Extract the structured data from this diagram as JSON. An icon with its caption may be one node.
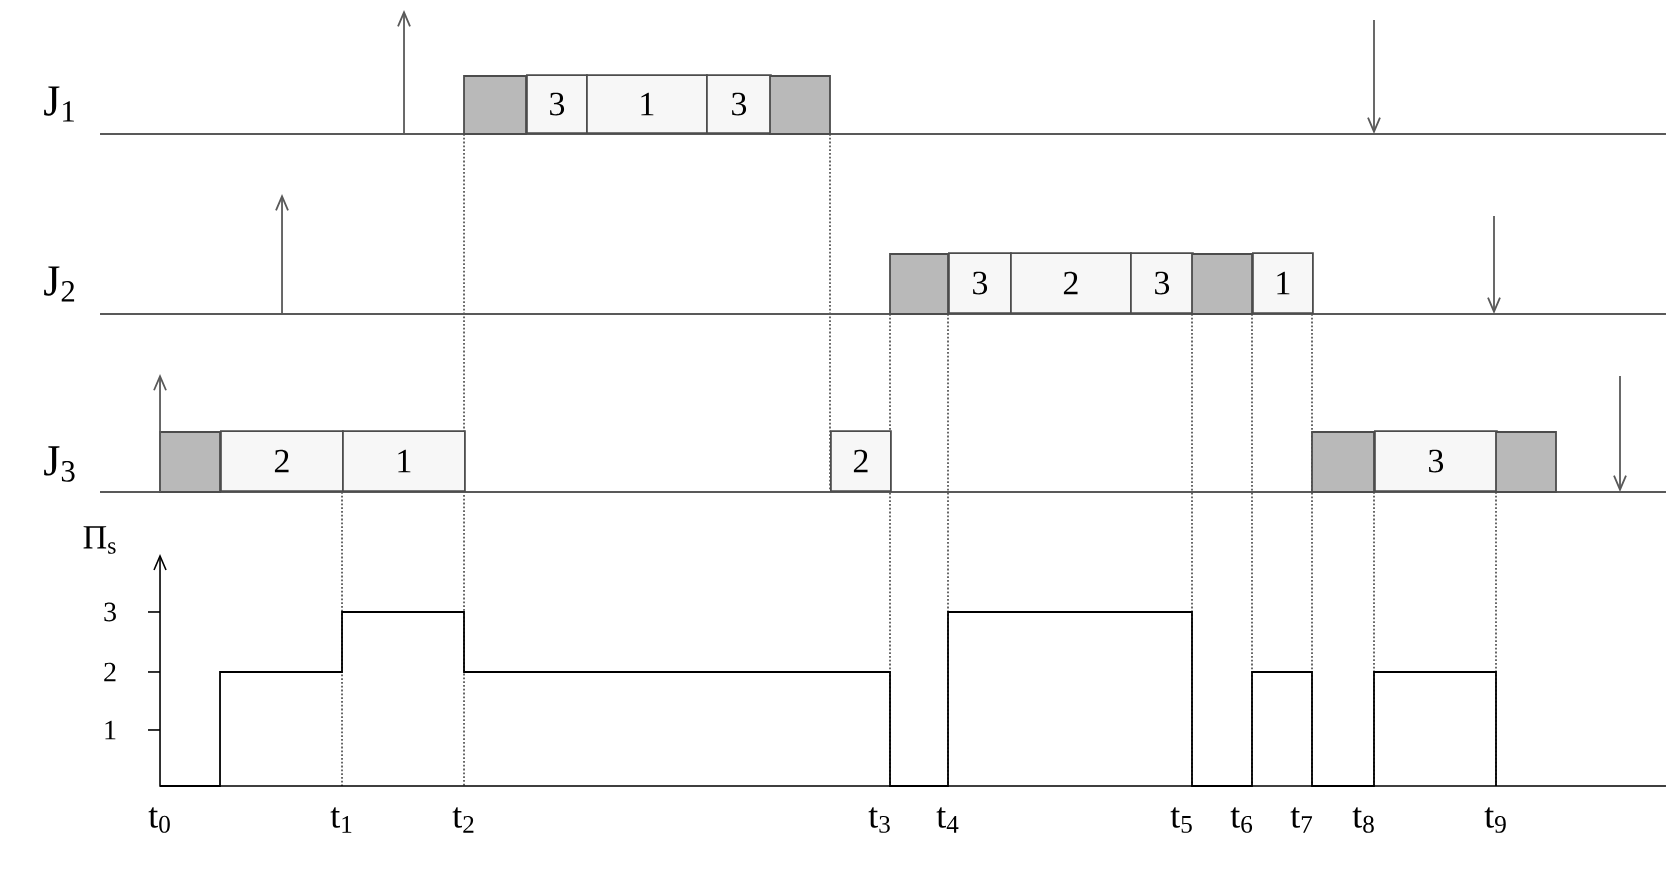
{
  "diagram": {
    "labels": [
      "J$_{1}$",
      "3",
      "1",
      "3",
      "J$_{2}$",
      "3",
      "2",
      "3",
      "1",
      "J$_{3}$",
      "2",
      "1",
      "2",
      "3",
      "Π$_{s}$",
      "3",
      "2",
      "1",
      "t$_{0}$",
      "t$_{1}$",
      "t$_{2}$",
      "t$_{3}$",
      "t$_{4}$",
      "t$_{5}$",
      "t$_{6}$",
      "t$_{7}$",
      "t$_{8}$",
      "t$_{9}$"
    ]
  }
}
